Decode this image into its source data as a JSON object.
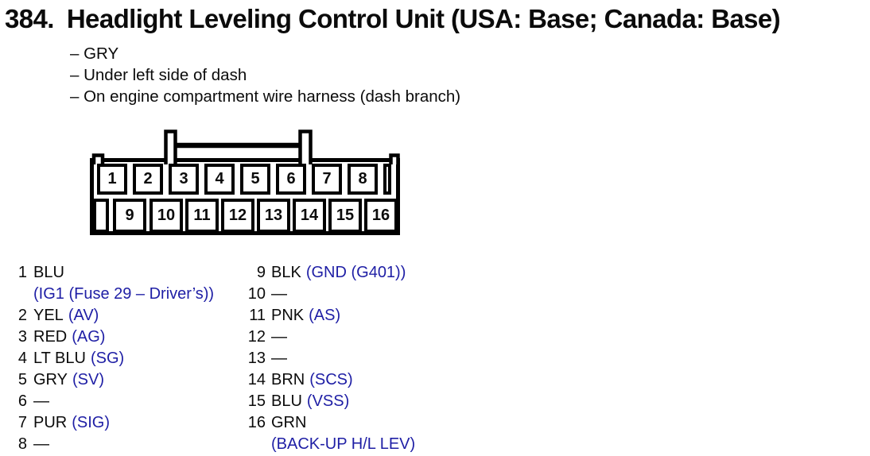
{
  "page": {
    "background": "#ffffff",
    "text_color": "#0b0b0b",
    "accent_blue": "#1e1ea5"
  },
  "header": {
    "number": "384.",
    "title": "Headlight Leveling Control Unit (USA: Base; Canada: Base)"
  },
  "notes": [
    "– GRY",
    "– Under left side of dash",
    "– On engine compartment wire harness (dash branch)"
  ],
  "connector": {
    "top_pins": [
      "1",
      "2",
      "3",
      "4",
      "5",
      "6",
      "7",
      "8"
    ],
    "bottom_pins": [
      "9",
      "10",
      "11",
      "12",
      "13",
      "14",
      "15",
      "16"
    ]
  },
  "pin_list": {
    "left_column": [
      {
        "num": "1",
        "color": "BLU",
        "signal": ""
      },
      {
        "cont": "(IG1 (Fuse 29 – Driver’s))"
      },
      {
        "num": "2",
        "color": "YEL",
        "signal": "(AV)"
      },
      {
        "num": "3",
        "color": "RED",
        "signal": "(AG)"
      },
      {
        "num": "4",
        "color": "LT BLU",
        "signal": "(SG)"
      },
      {
        "num": "5",
        "color": "GRY",
        "signal": "(SV)"
      },
      {
        "num": "6",
        "color": "—",
        "signal": ""
      },
      {
        "num": "7",
        "color": "PUR",
        "signal": "(SIG)"
      },
      {
        "num": "8",
        "color": "—",
        "signal": ""
      }
    ],
    "right_column": [
      {
        "num": "9",
        "color": "BLK",
        "signal": "(GND (G401))"
      },
      {
        "num": "10",
        "color": "—",
        "signal": ""
      },
      {
        "num": "11",
        "color": "PNK",
        "signal": "(AS)"
      },
      {
        "num": "12",
        "color": "—",
        "signal": ""
      },
      {
        "num": "13",
        "color": "—",
        "signal": ""
      },
      {
        "num": "14",
        "color": "BRN",
        "signal": "(SCS)"
      },
      {
        "num": "15",
        "color": "BLU",
        "signal": "(VSS)"
      },
      {
        "num": "16",
        "color": "GRN",
        "signal": ""
      },
      {
        "cont": "(BACK-UP H/L LEV)"
      }
    ]
  }
}
